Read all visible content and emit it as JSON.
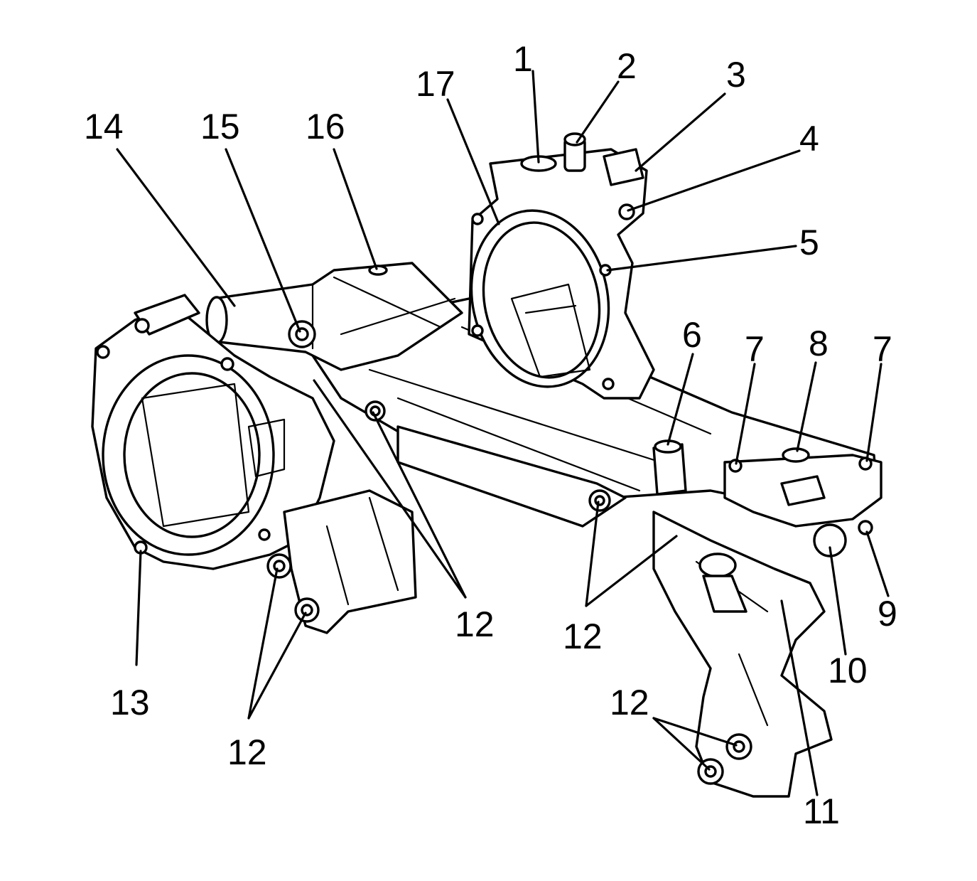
{
  "diagram": {
    "callouts": [
      {
        "id": "c1",
        "label": "1"
      },
      {
        "id": "c2",
        "label": "2"
      },
      {
        "id": "c3",
        "label": "3"
      },
      {
        "id": "c4",
        "label": "4"
      },
      {
        "id": "c5",
        "label": "5"
      },
      {
        "id": "c6",
        "label": "6"
      },
      {
        "id": "c7a",
        "label": "7"
      },
      {
        "id": "c7b",
        "label": "7"
      },
      {
        "id": "c8",
        "label": "8"
      },
      {
        "id": "c9",
        "label": "9"
      },
      {
        "id": "c10",
        "label": "10"
      },
      {
        "id": "c11",
        "label": "11"
      },
      {
        "id": "c12a",
        "label": "12"
      },
      {
        "id": "c12b",
        "label": "12"
      },
      {
        "id": "c12c",
        "label": "12"
      },
      {
        "id": "c12d",
        "label": "12"
      },
      {
        "id": "c13",
        "label": "13"
      },
      {
        "id": "c14",
        "label": "14"
      },
      {
        "id": "c15",
        "label": "15"
      },
      {
        "id": "c16",
        "label": "16"
      },
      {
        "id": "c17",
        "label": "17"
      }
    ]
  },
  "colors": {
    "line": "#000000",
    "background": "#ffffff"
  }
}
